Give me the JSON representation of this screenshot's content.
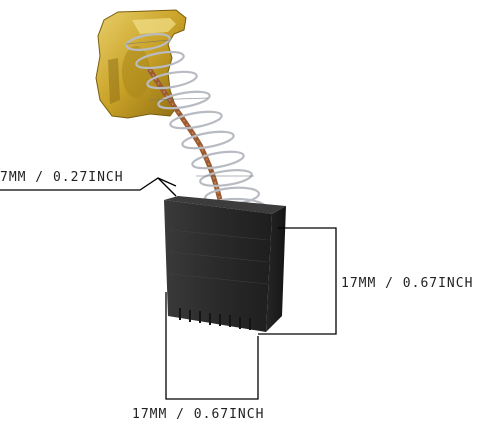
{
  "product": {
    "parts": [
      "carbon-brush-block",
      "spring",
      "copper-lead",
      "brass-terminal-clip"
    ],
    "colors": {
      "background": "#ffffff",
      "brush": "#2b2b2b",
      "brass": "#c9a227",
      "copper": "#9a5a32",
      "spring": "#b8bcc2",
      "dimension_line": "#000000"
    }
  },
  "dimensions": {
    "thickness": "7MM / 0.27INCH",
    "height": "17MM / 0.67INCH",
    "width": "17MM / 0.67INCH"
  }
}
